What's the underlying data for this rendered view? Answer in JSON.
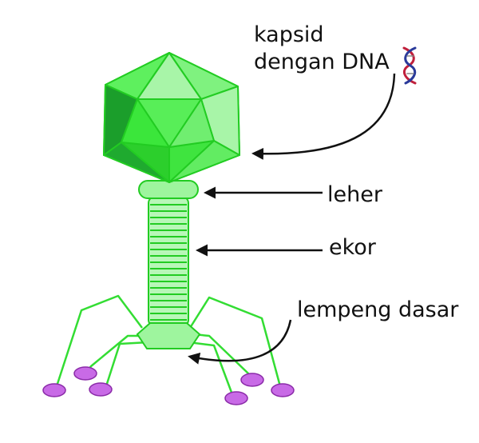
{
  "labels": {
    "capsid_line1": "kapsid",
    "capsid_line2": "dengan DNA",
    "neck": "leher",
    "tail": "ekor",
    "baseplate": "lempeng dasar"
  },
  "icons": {
    "dna": "dna-helix-icon"
  },
  "colors": {
    "capsid_base": "#44ee44",
    "capsid_light": "#a8f5a8",
    "capsid_dark": "#1b9e2b",
    "outline": "#22cc22",
    "tail_fill": "#9ef59e",
    "fiber": "#33dd33",
    "foot": "#c86ae6",
    "foot_outline": "#8a2aa8",
    "arrow": "#111111",
    "dna_red": "#c0203c",
    "dna_blue": "#2a3a9a"
  }
}
